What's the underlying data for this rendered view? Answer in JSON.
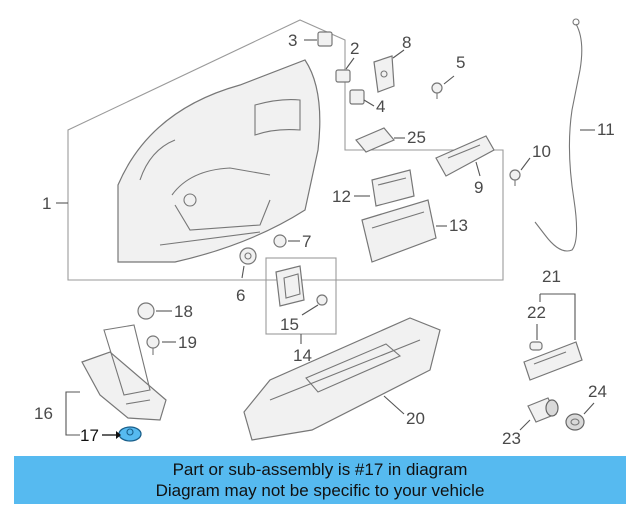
{
  "diagram": {
    "callouts": {
      "c1": "1",
      "c2": "2",
      "c3": "3",
      "c4": "4",
      "c5": "5",
      "c6": "6",
      "c7": "7",
      "c8": "8",
      "c9": "9",
      "c10": "10",
      "c11": "11",
      "c12": "12",
      "c13": "13",
      "c14": "14",
      "c15": "15",
      "c16": "16",
      "c17": "17",
      "c18": "18",
      "c19": "19",
      "c20": "20",
      "c21": "21",
      "c22": "22",
      "c23": "23",
      "c24": "24",
      "c25": "25"
    },
    "highlight_color": "#56baf0"
  },
  "banner": {
    "line1": "Part or sub-assembly is #17 in diagram",
    "line2": "Diagram may not be specific to your vehicle",
    "background": "#56baf0"
  }
}
